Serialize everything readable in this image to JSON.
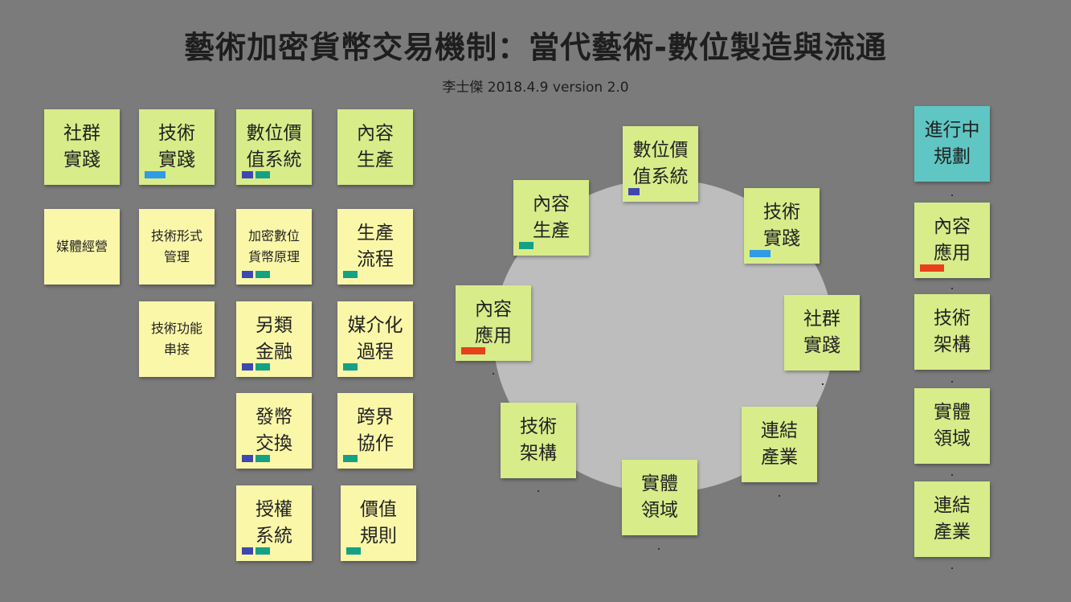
{
  "header": {
    "title": "藝術加密貨幣交易機制：當代藝術-數位製造與流通",
    "subtitle": "李士傑 2018.4.9 version 2.0"
  },
  "colors": {
    "background": "#7b7b7b",
    "note_green": "#d8ec8a",
    "note_yellow": "#fbf7a9",
    "note_teal": "#5fc6c3",
    "tag_blue": "#3e48b0",
    "tag_green": "#16a085",
    "tag_sky": "#2e9ce6",
    "tag_red": "#e8401c"
  },
  "left_grid": {
    "row1": [
      "社群\n實踐",
      "技術\n實踐",
      "數位價\n值系統",
      "內容\n生產"
    ],
    "col1": [
      "媒體經營"
    ],
    "col2": [
      "技術形式\n管理",
      "技術功能\n串接"
    ],
    "col3": [
      "加密數位\n貨幣原理",
      "另類\n金融",
      "發幣\n交換",
      "授權\n系統"
    ],
    "col4": [
      "生產\n流程",
      "媒介化\n過程",
      "跨界\n協作",
      "價值\n規則"
    ]
  },
  "cycle": {
    "items": [
      "數位價\n值系統",
      "技術\n實踐",
      "社群\n實踐",
      "連結\n產業",
      "實體\n領域",
      "技術\n架構",
      "內容\n應用",
      "內容\n生產"
    ]
  },
  "right_column": {
    "header": "進行中\n規劃",
    "items": [
      "內容\n應用",
      "技術\n架構",
      "實體\n領域",
      "連結\n產業"
    ]
  }
}
